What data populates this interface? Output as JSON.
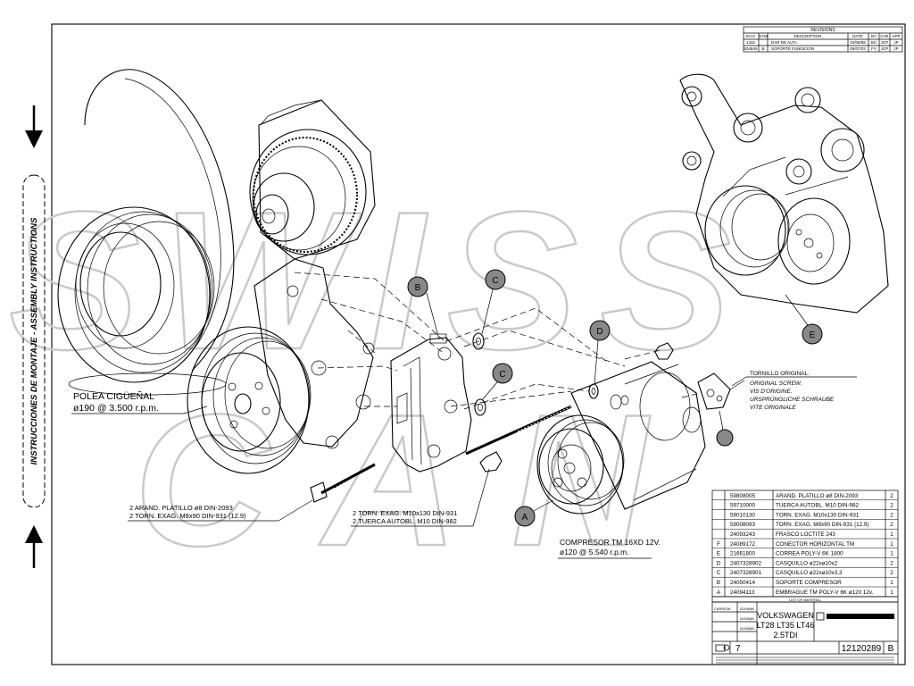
{
  "side": {
    "title": "INSTRUCCIONES DE MONTAJE - ASSEMBLY INSTRUCTIONS",
    "arrow_top": "arrow-down-icon",
    "arrow_bottom": "arrow-up-icon"
  },
  "watermark": {
    "line1": "SWISS",
    "line2": "CAN"
  },
  "revisions": {
    "title": "REVISIONS",
    "headers": [
      "ECO",
      "SYM",
      "DESCRIPTION",
      "DATE",
      "BY",
      "CHK",
      "APP"
    ],
    "rows": [
      [
        "1432",
        "",
        "DAR DE ALTA",
        "02/06/88",
        "BC",
        "JCP",
        "JP"
      ],
      [
        "534845",
        "B",
        "SOPORTE FUNDICION",
        "05/07/03",
        "FV",
        "JCP",
        "JP"
      ]
    ]
  },
  "balloons": {
    "A": "A",
    "B": "B",
    "C1": "C",
    "C2": "C",
    "D": "D",
    "E": "E"
  },
  "callouts": {
    "pulley_line1": "POLEA CIGÜEÑAL",
    "pulley_line2": "ø190 @ 3.500 r.p.m.",
    "washer_bolt_line1": "2 ARAND. PLATILLO ø8 DIN-2093",
    "washer_bolt_line2": "2 TORN. EXAG. M8x90 DIN-931 (12.9)",
    "bolt_nut_line1": "2 TORN. EXAG. M10x130 DIN-931",
    "bolt_nut_line2": "2 TUERCA AUTOBL. M10 DIN-982",
    "compressor_line1": "COMPRESOR TM 16XD 12V.",
    "compressor_line2": "ø120 @ 5.540 r.p.m.",
    "screw_lines": [
      "TORNILLO ORIGINAL.",
      "ORIGINAL SCREW.",
      "VIS D'ORIGINE.",
      "URSPRÜNGLICHE SCHRAUBE",
      "VITE ORIGINALE"
    ]
  },
  "bom": {
    "caption": "LIST OF MATERIAL",
    "rows": [
      {
        "sym": "",
        "part": "59808005",
        "desc": "ARAND. PLATILLO ø8 DIN-2093",
        "qty": "2"
      },
      {
        "sym": "",
        "part": "59710000",
        "desc": "TUERCA AUTOBL. M10 DIN-982",
        "qty": "2"
      },
      {
        "sym": "",
        "part": "59010130",
        "desc": "TORN. EXAG. M10x130 DIN-931",
        "qty": "2"
      },
      {
        "sym": "",
        "part": "59008093",
        "desc": "TORN. EXAG. M8x90 DIN-931 (12.9)",
        "qty": "2"
      },
      {
        "sym": "",
        "part": "24093243",
        "desc": "FRASCO LOCTITE 243",
        "qty": "1"
      },
      {
        "sym": "F",
        "part": "24089172",
        "desc": "CONECTOR HORIZONTAL TM",
        "qty": "1"
      },
      {
        "sym": "E",
        "part": "21661800",
        "desc": "CORREA POLY-V 6K 1800",
        "qty": "1"
      },
      {
        "sym": "D",
        "part": "2407328902",
        "desc": "CASQUILLO ø22xø10x2",
        "qty": "2"
      },
      {
        "sym": "C",
        "part": "2407328901",
        "desc": "CASQUILLO ø22xø10x3,3",
        "qty": "2"
      },
      {
        "sym": "B",
        "part": "24050414",
        "desc": "SOPORTE COMPRESOR",
        "qty": "1"
      },
      {
        "sym": "A",
        "part": "24094113",
        "desc": "EMBRAGUE TM POLY-V 6K ø120 12v.",
        "qty": "1"
      }
    ]
  },
  "title_block": {
    "vehicle": "VOLKSWAGEN",
    "models": "LT28  LT35  LT46",
    "engine": "2.5TDI",
    "drawing_number": "12120289",
    "revision": "B",
    "sheet": "7",
    "left_rows": [
      {
        "label": "CARRION",
        "date": "02/06/88"
      },
      {
        "label": "",
        "date": "02/06/88"
      },
      {
        "label": "",
        "date": "02/06/88"
      }
    ]
  }
}
